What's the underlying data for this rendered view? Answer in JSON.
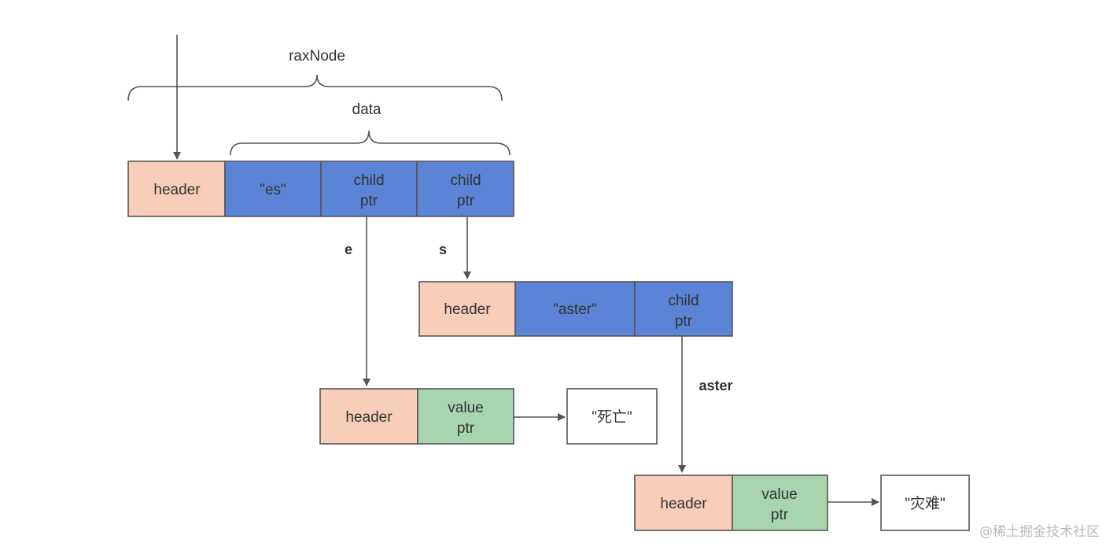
{
  "labels": {
    "raxnode": "raxNode",
    "data": "data",
    "edge_e": "e",
    "edge_s": "s",
    "edge_aster": "aster"
  },
  "root_node": {
    "header": "header",
    "data": "\"es\"",
    "child_ptr_1": [
      "child",
      "ptr"
    ],
    "child_ptr_2": [
      "child",
      "ptr"
    ]
  },
  "s_node": {
    "header": "header",
    "data": "\"aster\"",
    "child_ptr": [
      "child",
      "ptr"
    ]
  },
  "e_leaf": {
    "header": "header",
    "value_ptr": [
      "value",
      "ptr"
    ],
    "value": "\"死亡\""
  },
  "aster_leaf": {
    "header": "header",
    "value_ptr": [
      "value",
      "ptr"
    ],
    "value": "\"灾难\""
  },
  "watermark": "@稀土掘金技术社区",
  "colors": {
    "header": "#f8cdb9",
    "data": "#5b84d6",
    "value": "#a8d5b0",
    "line": "#555555"
  }
}
